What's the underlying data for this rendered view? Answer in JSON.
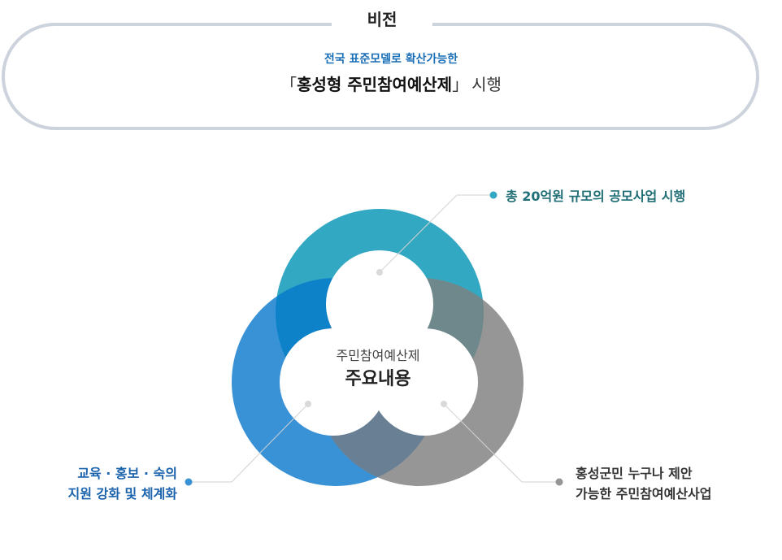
{
  "vision": {
    "title": "비전",
    "subtitle": "전국 표준모델로 확산가능한",
    "bracket_open": "「",
    "main": "홍성형 주민참여예산제",
    "bracket_close": "」",
    "tail": "시행"
  },
  "center": {
    "sub": "주민참여예산제",
    "main": "주요내용"
  },
  "items": {
    "top": {
      "text": "총 20억원 규모의 공모사업 시행",
      "color": "#33a8c2"
    },
    "left": {
      "line1": "교육 · 홍보 · 숙의",
      "line2": "지원 강화 및 체계화",
      "color": "#3a92d6"
    },
    "right": {
      "line1": "홍성군민 누구나 제안",
      "line2": "가능한 주민참여예산사업",
      "color": "#969696"
    }
  },
  "colors": {
    "frame": "#ccd3dc",
    "overlap_top_left": "#0d82c8",
    "overlap_top_right": "#6e888b",
    "overlap_bottom": "#687f94"
  }
}
